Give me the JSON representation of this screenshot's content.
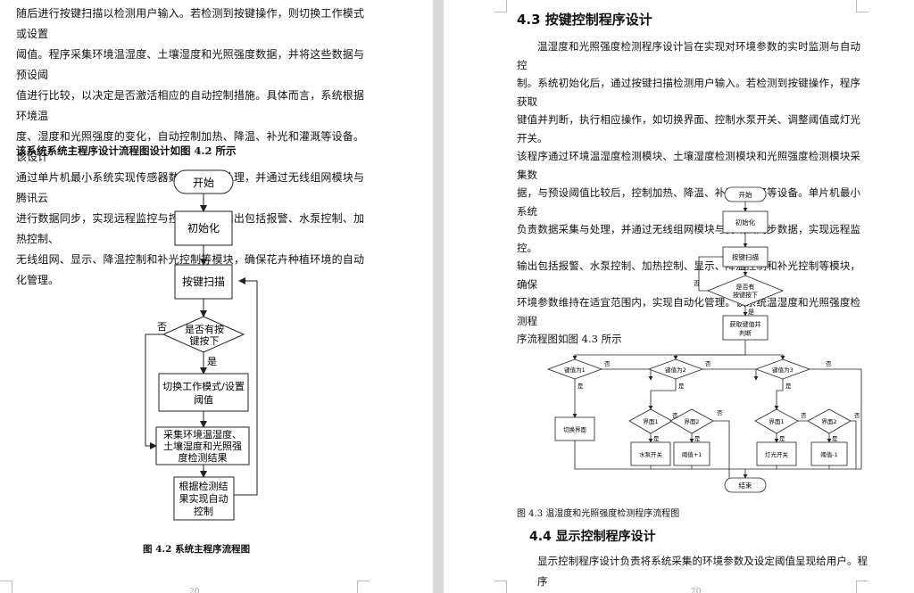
{
  "left_page": {
    "paragraph_lines": [
      "随后进行按键扫描以检测用户输入。若检测到按键操作，则切换工作模式或设置",
      "阈值。程序采集环境温湿度、土壤湿度和光照强度数据，并将这些数据与预设阈",
      "值进行比较，以决定是否激活相应的自动控制措施。具体而言，系统根据环境温",
      "度、湿度和光照强度的变化，自动控制加热、降温、补光和灌溉等设备。该设计",
      "通过单片机最小系统实现传感器数据采集与处理，并通过无线组网模块与腾讯云",
      "进行数据同步，实现远程监控与控制。系统输出包括报警、水泵控制、加热控制、",
      "无线组网、显示、降温控制和补光控制等模块，确保花卉种植环境的自动化管理。"
    ],
    "bold_line": "该系统系统主程序设计流程图设计如图 4.2 所示",
    "flowchart": {
      "start": "开始",
      "init": "初始化",
      "scan": "按键扫描",
      "decision_lines": [
        "是否有按",
        "键按下"
      ],
      "yes": "是",
      "no": "否",
      "switch_lines": [
        "切换工作模式/设置",
        "阈值"
      ],
      "collect_lines": [
        "采集环境温湿度、",
        "土壤湿度和光照强",
        "度检测结果"
      ],
      "control_lines": [
        "根据检测结",
        "果实现自动",
        "控制"
      ]
    },
    "caption": "图 4.2 系统主程序流程图",
    "page_number": "20"
  },
  "right_page": {
    "heading": "4.3  按键控制程序设计",
    "paragraph_lines": [
      "温湿度和光照强度检测程序设计旨在实现对环境参数的实时监测与自动控",
      "制。系统初始化后，通过按键扫描检测用户输入。若检测到按键操作，程序获取",
      "键值并判断，执行相应操作，如切换界面、控制水泵开关、调整阈值或灯光开关。",
      "该程序通过环境温湿度检测模块、土壤湿度检测模块和光照强度检测模块采集数",
      "据，与预设阈值比较后，控制加热、降温、补光和灌溉等设备。单片机最小系统",
      "负责数据采集与处理，并通过无线组网模块与腾讯云同步数据，实现远程监控。",
      "输出包括报警、水泵控制、加热控制、显示、降温控制和补光控制等模块，确保",
      "环境参数维持在适宜范围内，实现自动化管理。该系统温湿度和光照强度检测程",
      "序流程图如图 4.3 所示"
    ],
    "flowchart": {
      "start": "开始",
      "init": "初始化",
      "scan": "按键扫描",
      "decision_lines": [
        "是否有",
        "按键按下"
      ],
      "get_key_lines": [
        "获取键值并",
        "判断"
      ],
      "key1": "键值为1",
      "key2": "键值为2",
      "key3": "键值为3",
      "screen1": "界面1",
      "screen2": "界面2",
      "switch_screen": "切换界面",
      "pump": "水泵开关",
      "threshold_plus": "阈值+1",
      "light": "灯光开关",
      "threshold_minus": "阈值-1",
      "end": "结束",
      "yes": "是",
      "no": "否"
    },
    "caption": "图 4.3 温湿度和光照强度检测程序流程图",
    "heading2": "4.4  显示控制程序设计",
    "last_line": "显示控制程序设计负责将系统采集的环境参数及设定阈值呈现给用户。程序",
    "page_number": "20"
  }
}
